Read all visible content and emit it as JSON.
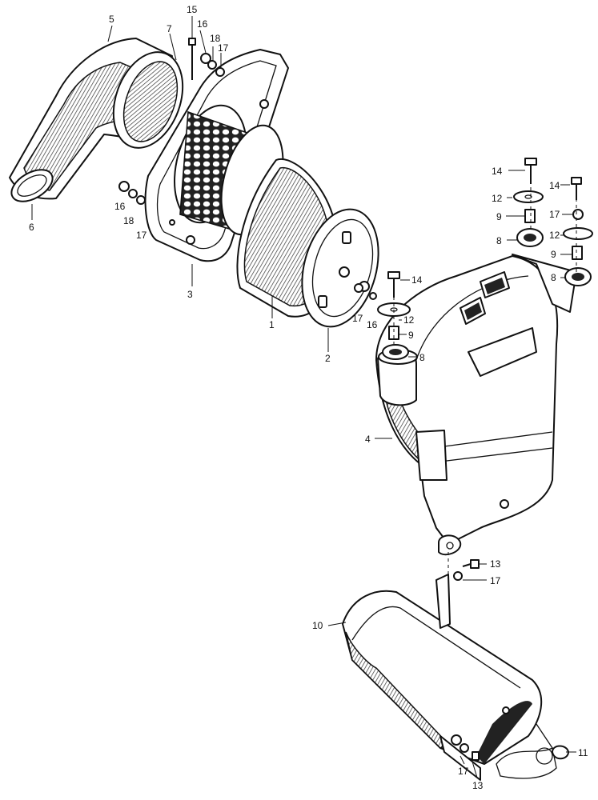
{
  "callouts": {
    "c1": "1",
    "c2": "2",
    "c3": "3",
    "c4": "4",
    "c5": "5",
    "c6": "6",
    "c7": "7",
    "c8a": "8",
    "c8b": "8",
    "c8c": "8",
    "c9a": "9",
    "c9b": "9",
    "c9c": "9",
    "c10": "10",
    "c11": "11",
    "c12a": "12",
    "c12b": "12",
    "c12c": "12",
    "c13a": "13",
    "c13b": "13",
    "c14a": "14",
    "c14b": "14",
    "c14c": "14",
    "c15": "15",
    "c16a": "16",
    "c16b": "16",
    "c16c": "16",
    "c17a": "17",
    "c17b": "17",
    "c17c": "17",
    "c17d": "17",
    "c17e": "17",
    "c17f": "17",
    "c18a": "18",
    "c18b": "18"
  }
}
